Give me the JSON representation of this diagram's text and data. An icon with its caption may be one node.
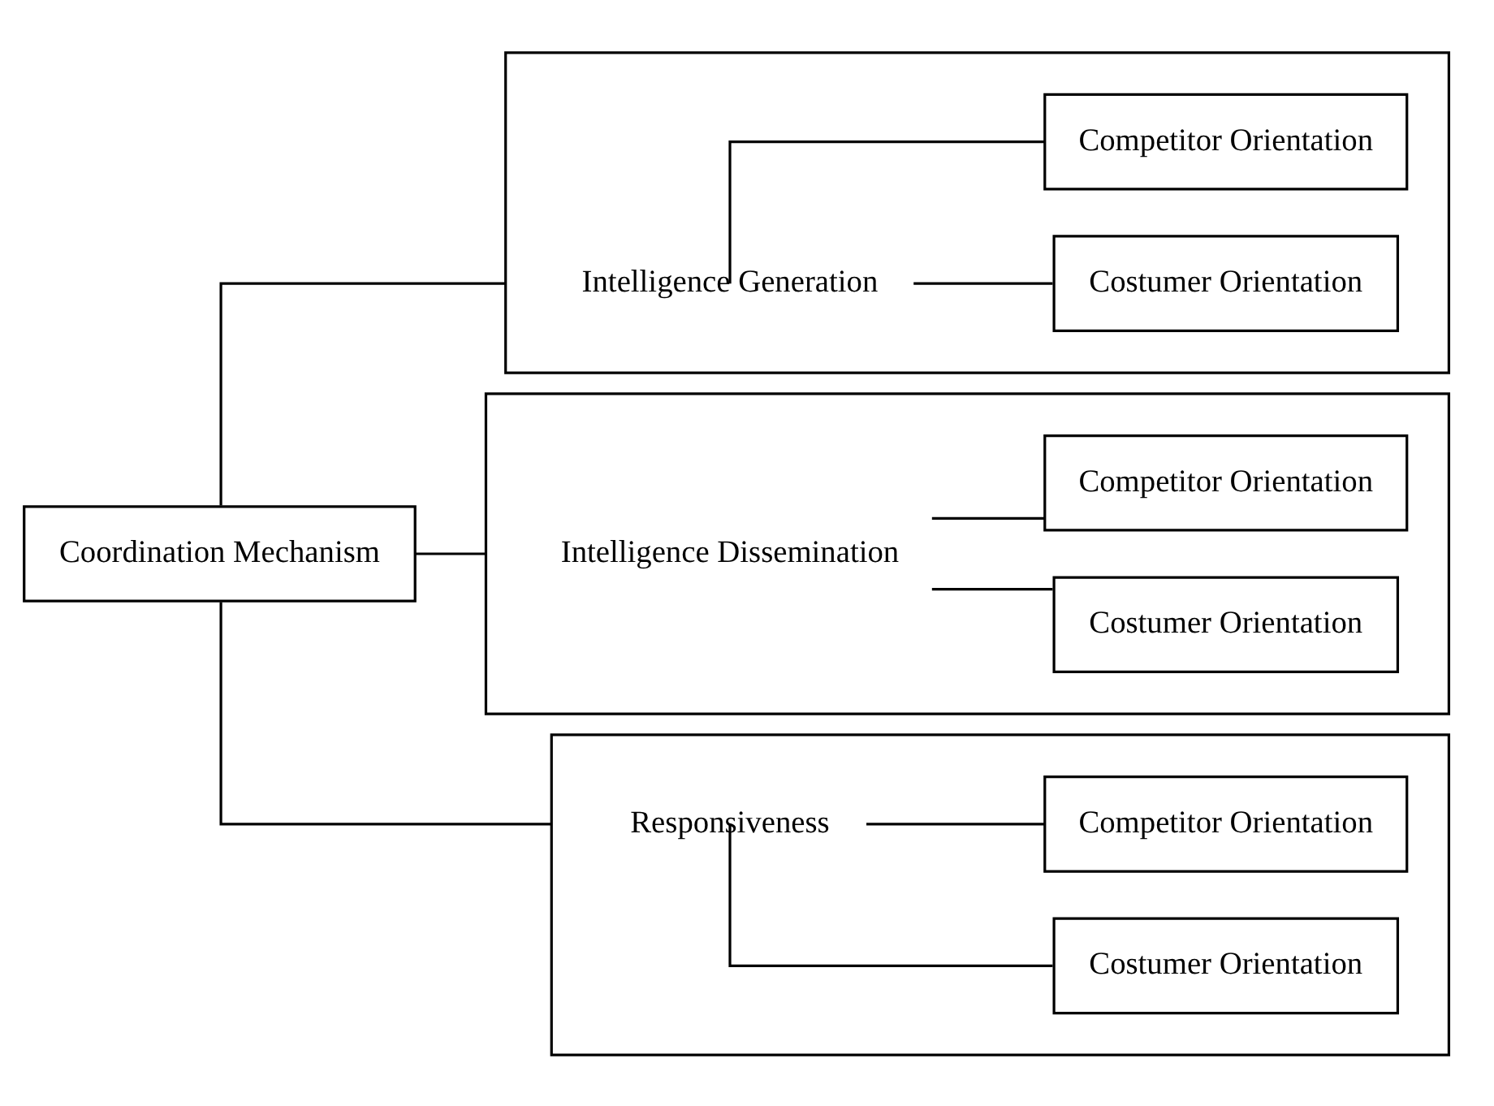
{
  "diagram": {
    "nodes": [
      {
        "text": [
          "Coordination Mechanism"
        ]
      },
      {
        "text": [],
        "shape": "box"
      },
      {
        "text": [
          "Intelligence Generation"
        ],
        "in": 1
      },
      {
        "text": [
          "Costumer Orientation"
        ],
        "in": 1
      },
      {
        "text": [
          "Competitor Orientation"
        ],
        "in": 1
      },
      {
        "text": [],
        "shape": "box"
      },
      {
        "text": [
          "Intelligence Dissemination"
        ],
        "in": 5
      },
      {
        "text": [
          "Costumer Orientation"
        ],
        "in": 5
      },
      {
        "text": [
          "Competitor Orientation"
        ],
        "in": 5
      },
      {
        "text": [],
        "shape": "box"
      },
      {
        "text": [
          "Responsiveness"
        ],
        "in": 9
      },
      {
        "text": [
          "Costumer Orientation"
        ],
        "in": 9
      },
      {
        "text": [
          "Competitor Orientation"
        ],
        "in": 9
      }
    ],
    "edges": [
      {
        "from": 0,
        "to": 1,
        "arrow": "none"
      },
      {
        "from": 0,
        "to": 5,
        "arrow": "none"
      },
      {
        "from": 0,
        "to": 9,
        "arrow": "none"
      },
      {
        "from": 2,
        "to": 3,
        "arrow": "none"
      },
      {
        "from": 2,
        "to": 4,
        "arrow": "none"
      },
      {
        "from": 6,
        "to": 7,
        "arrow": "none"
      },
      {
        "from": 6,
        "to": 8,
        "arrow": "none"
      },
      {
        "from": 10,
        "to": 11,
        "arrow": "none"
      },
      {
        "from": 10,
        "to": 12,
        "arrow": "none"
      }
    ]
  }
}
